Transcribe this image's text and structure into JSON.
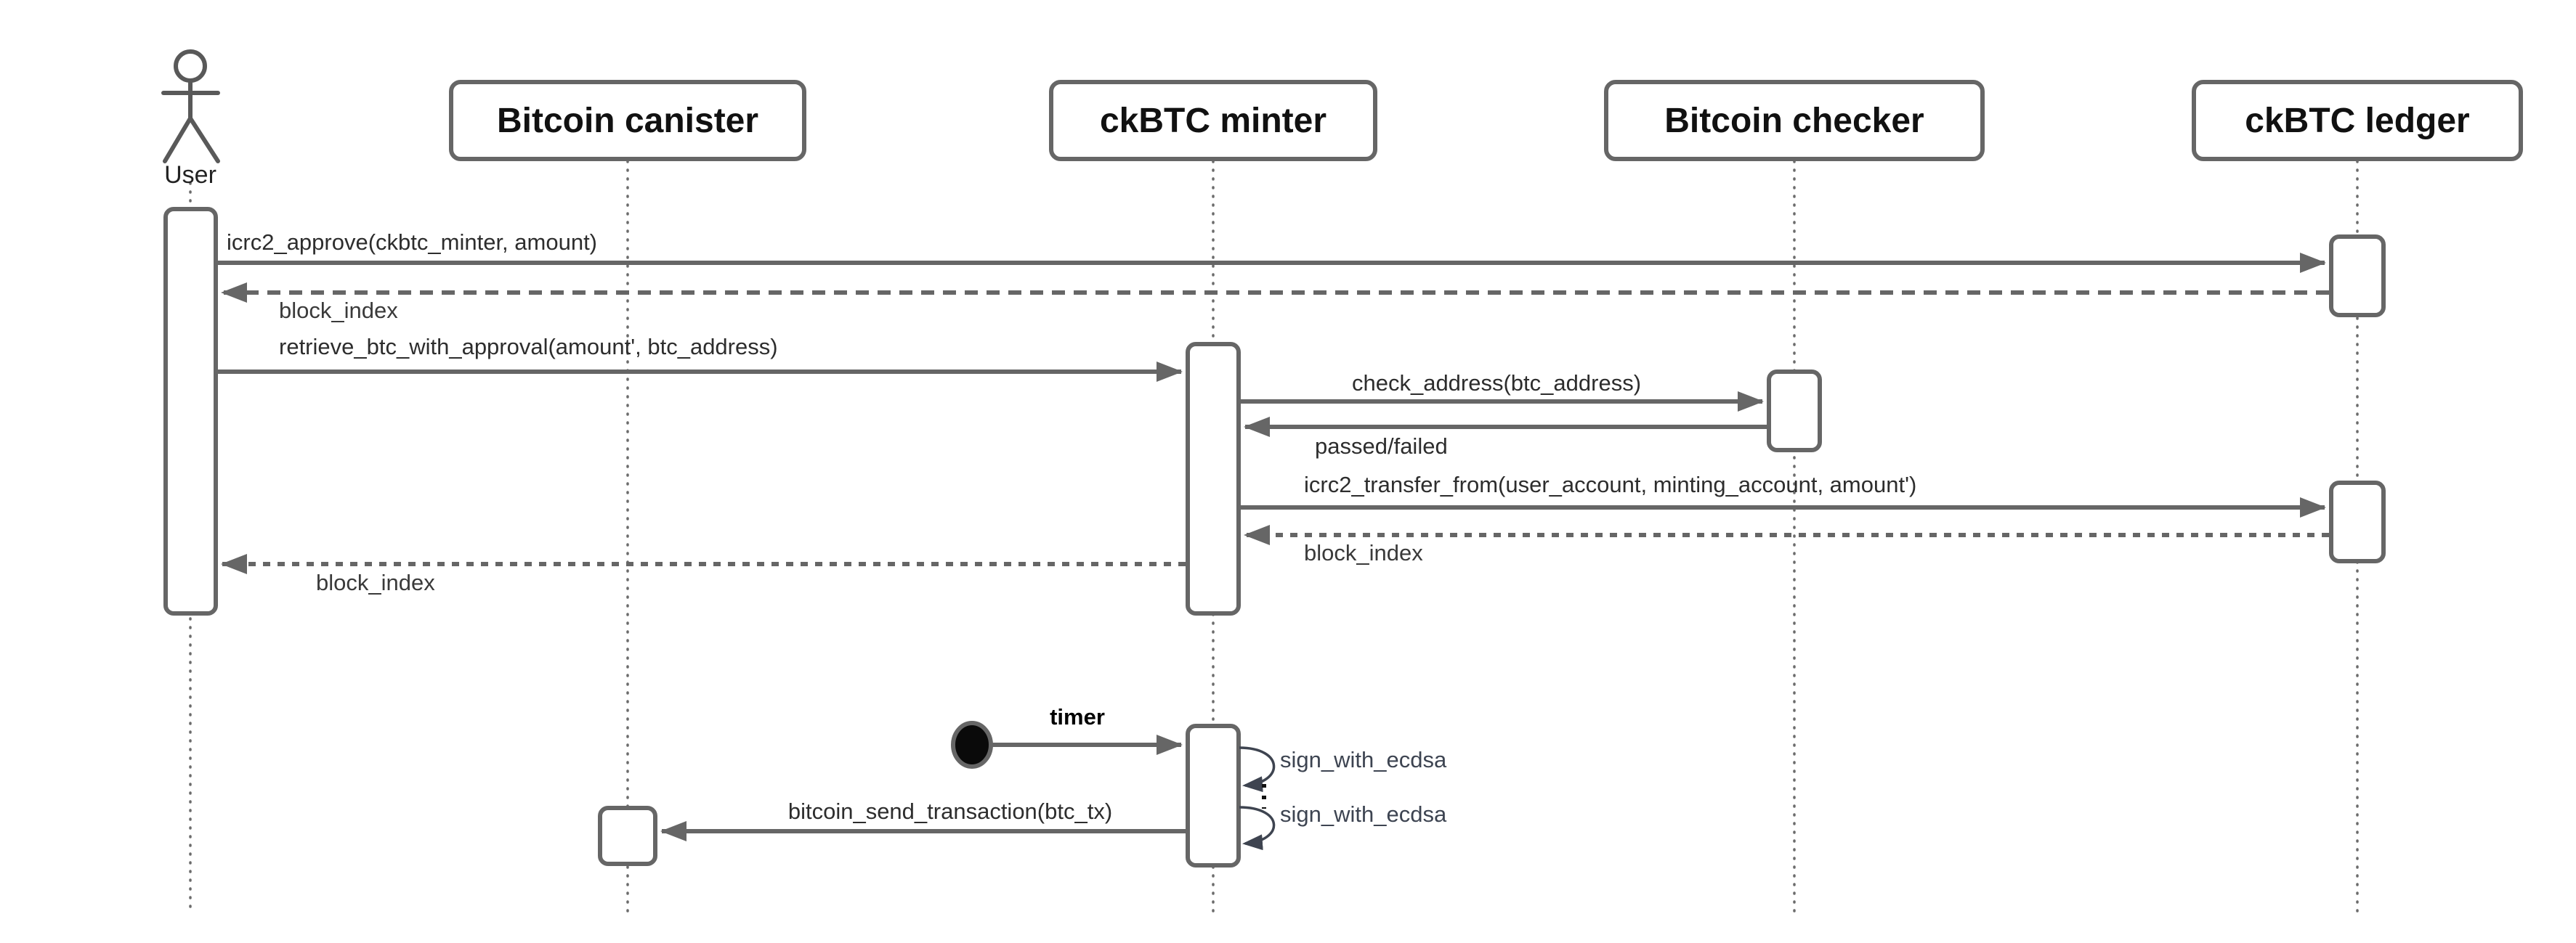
{
  "diagram": {
    "type": "uml-sequence",
    "participants": [
      {
        "name": "User",
        "kind": "actor"
      },
      {
        "name": "Bitcoin canister",
        "kind": "lifeline-box"
      },
      {
        "name": "ckBTC minter",
        "kind": "lifeline-box"
      },
      {
        "name": "Bitcoin checker",
        "kind": "lifeline-box"
      },
      {
        "name": "ckBTC ledger",
        "kind": "lifeline-box"
      }
    ],
    "messages": [
      {
        "label": "icrc2_approve(ckbtc_minter, amount)",
        "from": "User",
        "to": "ckBTC ledger",
        "style": "solid"
      },
      {
        "label": "block_index",
        "from": "ckBTC ledger",
        "to": "User",
        "style": "dashed-return"
      },
      {
        "label": "retrieve_btc_with_approval(amount', btc_address)",
        "from": "User",
        "to": "ckBTC minter",
        "style": "solid"
      },
      {
        "label": "check_address(btc_address)",
        "from": "ckBTC minter",
        "to": "Bitcoin checker",
        "style": "solid"
      },
      {
        "label": "passed/failed",
        "from": "Bitcoin checker",
        "to": "ckBTC minter",
        "style": "solid"
      },
      {
        "label": "icrc2_transfer_from(user_account, minting_account, amount')",
        "from": "ckBTC minter",
        "to": "ckBTC ledger",
        "style": "solid"
      },
      {
        "label": "block_index",
        "from": "ckBTC ledger",
        "to": "ckBTC minter",
        "style": "dotted-return"
      },
      {
        "label": "block_index",
        "from": "ckBTC minter",
        "to": "User",
        "style": "dotted-return"
      },
      {
        "label": "timer",
        "from": "found-event",
        "to": "ckBTC minter",
        "style": "solid-bold-label"
      },
      {
        "label": "sign_with_ecdsa",
        "from": "ckBTC minter",
        "to": "ckBTC minter",
        "style": "self-call"
      },
      {
        "label": "sign_with_ecdsa",
        "from": "ckBTC minter",
        "to": "ckBTC minter",
        "style": "self-call"
      },
      {
        "label": "bitcoin_send_transaction(btc_tx)",
        "from": "ckBTC minter",
        "to": "Bitcoin canister",
        "style": "solid"
      }
    ],
    "colors": {
      "background": "#ffffff",
      "stroke_gray": "#666666",
      "text_black": "#111111",
      "message_text": "#2d2d2d",
      "return_text": "#3a3a3a",
      "self_call_text": "#3d4451",
      "self_call_stroke": "#3e4450",
      "found_event_fill": "#0a0a0a"
    }
  }
}
